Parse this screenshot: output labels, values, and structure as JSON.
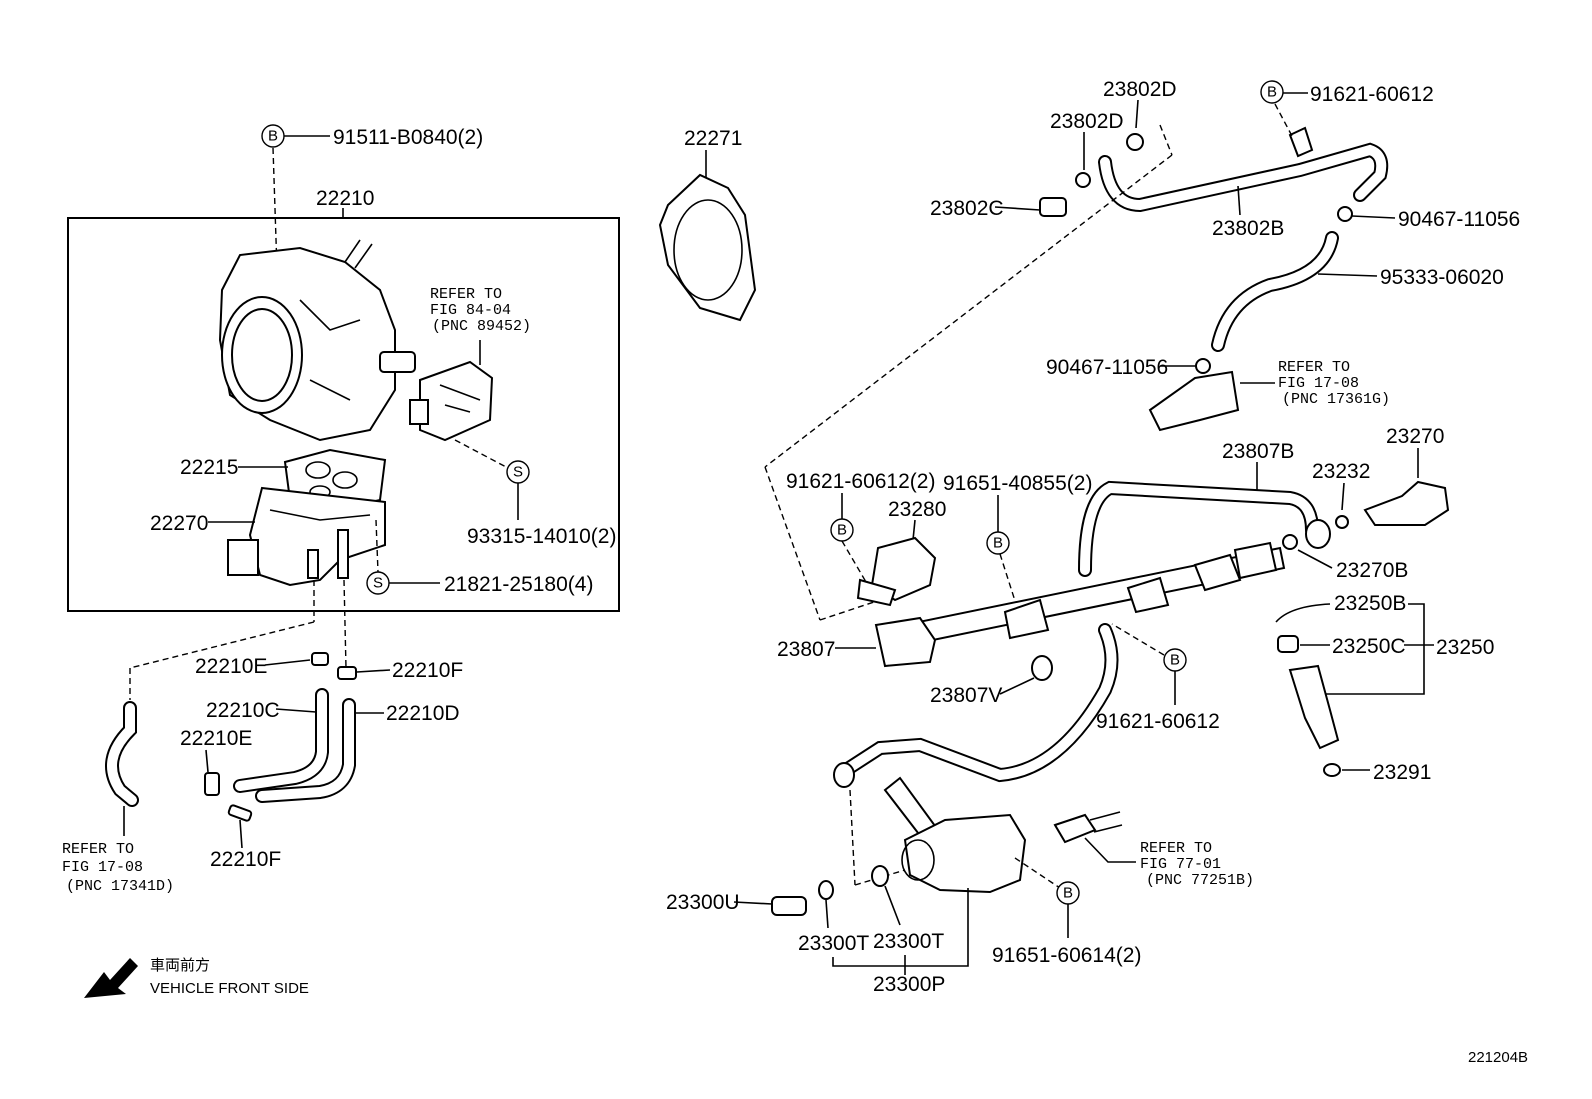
{
  "parts": {
    "p91511": "91511-B0840(2)",
    "p22210": "22210",
    "p22215": "22215",
    "p22270": "22270",
    "p93315": "93315-14010(2)",
    "p21821": "21821-25180(4)",
    "p22210E_a": "22210E",
    "p22210F_a": "22210F",
    "p22210C": "22210C",
    "p22210D": "22210D",
    "p22210E_b": "22210E",
    "p22210F_b": "22210F",
    "p22271": "22271",
    "p23802D_a": "23802D",
    "p23802D_b": "23802D",
    "p23802C": "23802C",
    "p23802B": "23802B",
    "p91621_top": "91621-60612",
    "p90467_a": "90467-11056",
    "p95333": "95333-06020",
    "p90467_b": "90467-11056",
    "p91621_l": "91621-60612(2)",
    "p91651_a": "91651-40855(2)",
    "p23280": "23280",
    "p23807B": "23807B",
    "p23232": "23232",
    "p23270": "23270",
    "p23270B": "23270B",
    "p23250B": "23250B",
    "p23250C": "23250C",
    "p23250": "23250",
    "p23807": "23807",
    "p23807V": "23807V",
    "p91621_b": "91621-60612",
    "p23291": "23291",
    "p23300U": "23300U",
    "p23300T_a": "23300T",
    "p23300T_b": "23300T",
    "p23300P": "23300P",
    "p91651_b": "91651-60614(2)"
  },
  "refs": {
    "r84_1": "REFER TO",
    "r84_2": "FIG 84-04",
    "r84_3": "(PNC 89452)",
    "r1708a_1": "REFER TO",
    "r1708a_2": "FIG 17-08",
    "r1708a_3": "(PNC 17341D)",
    "r1708b_1": "REFER TO",
    "r1708b_2": "FIG 17-08",
    "r1708b_3": "(PNC 17361G)",
    "r7701_1": "REFER TO",
    "r7701_2": "FIG 77-01",
    "r7701_3": "(PNC 77251B)"
  },
  "badges": {
    "b": "B",
    "s": "S"
  },
  "legend": {
    "jp": "車両前方",
    "en": "VEHICLE FRONT SIDE"
  },
  "figure_id": "221204B"
}
